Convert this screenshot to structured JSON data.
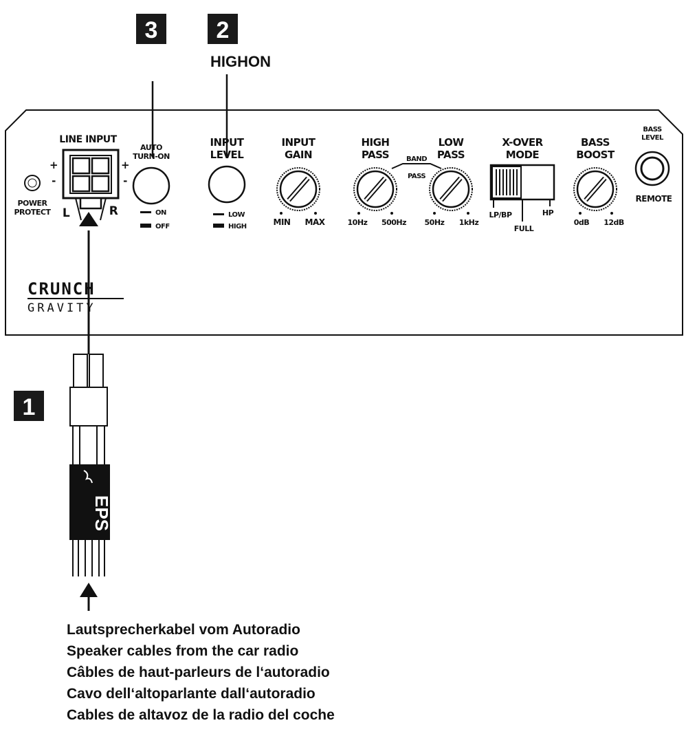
{
  "callouts": {
    "one": "1",
    "two": "2",
    "three": "3",
    "highon": "HIGHON"
  },
  "panel": {
    "line_input": "LINE INPUT",
    "plus": "+",
    "minus": "-",
    "left": "L",
    "right": "R",
    "power_protect_1": "POWER",
    "power_protect_2": "PROTECT",
    "auto_turn_on_1": "AUTO",
    "auto_turn_on_2": "TURN-ON",
    "on": "ON",
    "off": "OFF",
    "input_level_1": "INPUT",
    "input_level_2": "LEVEL",
    "low": "LOW",
    "high": "HIGH",
    "input_gain_1": "INPUT",
    "input_gain_2": "GAIN",
    "min": "MIN",
    "max": "MAX",
    "high_pass_1": "HIGH",
    "high_pass_2": "PASS",
    "hz10": "10Hz",
    "hz500": "500Hz",
    "band_pass_1": "BAND",
    "band_pass_2": "PASS",
    "low_pass_1": "LOW",
    "low_pass_2": "PASS",
    "hz50": "50Hz",
    "khz1": "1kHz",
    "xover_1": "X-OVER",
    "xover_2": "MODE",
    "lpbp": "LP/BP",
    "full": "FULL",
    "hp": "HP",
    "bass_boost_1": "BASS",
    "bass_boost_2": "BOOST",
    "db0": "0dB",
    "db12": "12dB",
    "bass_level_1": "BASS",
    "bass_level_2": "LEVEL",
    "remote": "REMOTE",
    "brand_1": "CRUNCH",
    "brand_2": "GRAVITY"
  },
  "connector": {
    "logo": "EPS"
  },
  "caption": [
    "Lautsprecherkabel vom Autoradio",
    "Speaker cables from the car radio",
    "Câbles de haut-parleurs de l‘autoradio",
    "Cavo dell‘altoparlante dall‘autoradio",
    "Cables de altavoz de la radio del coche"
  ],
  "colors": {
    "ink": "#111111",
    "callout_bg": "#1a1a1a",
    "callout_fg": "#ffffff"
  }
}
